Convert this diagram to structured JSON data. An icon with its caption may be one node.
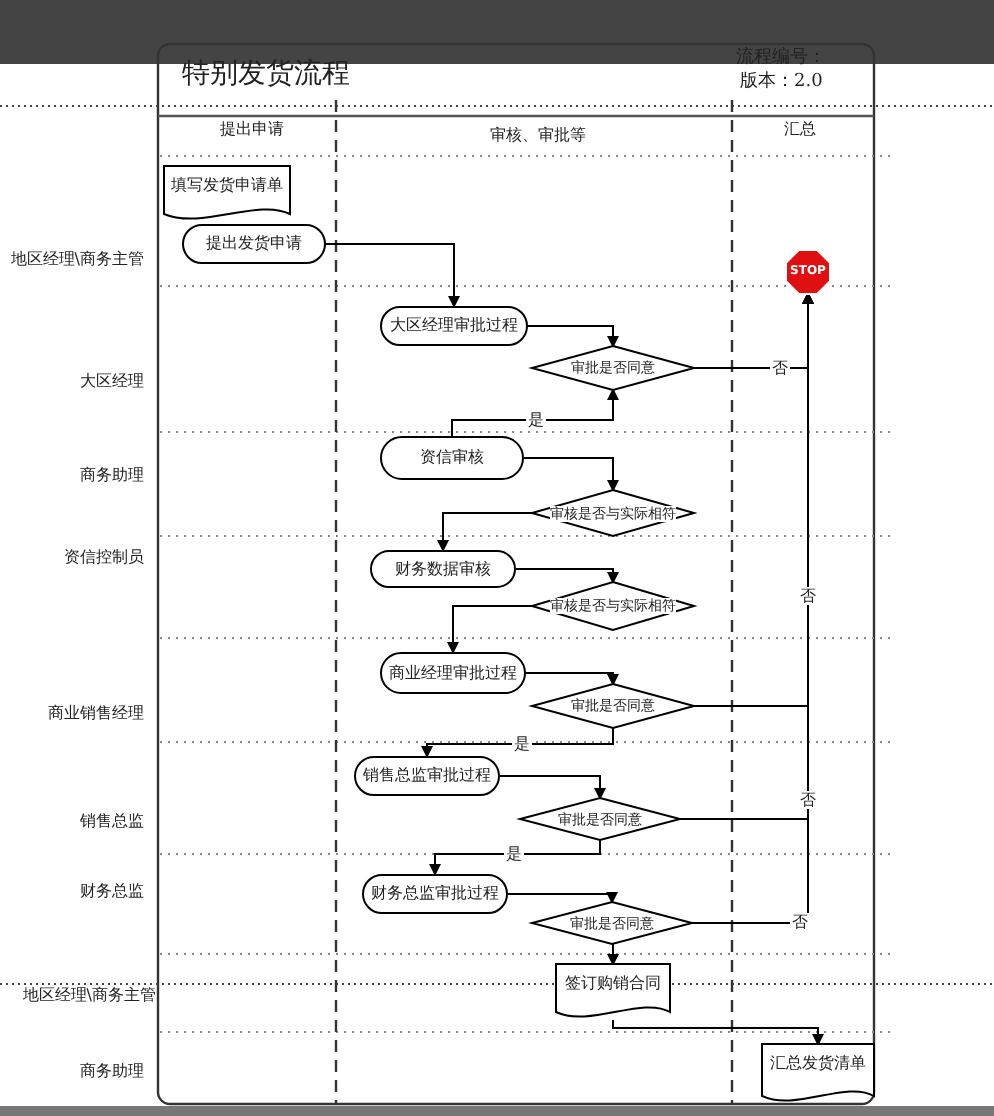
{
  "diagram": {
    "title": "特别发货流程",
    "nodes": [
      {
        "text": [
          "填写发货申请单"
        ]
      },
      {
        "text": [
          "提出发货申请"
        ]
      },
      {
        "text": [
          "STOP"
        ]
      },
      {
        "text": [
          "大区经理审批过程"
        ]
      },
      {
        "text": [
          "审批是否同意"
        ]
      },
      {
        "text": [
          "资信审核"
        ]
      },
      {
        "text": [
          "审核是否与实际相符"
        ]
      },
      {
        "text": [
          "财务数据审核"
        ]
      },
      {
        "text": [
          "审核是否与实际相符"
        ]
      },
      {
        "text": [
          "商业经理审批过程"
        ]
      },
      {
        "text": [
          "审批是否同意"
        ]
      },
      {
        "text": [
          "销售总监审批过程"
        ]
      },
      {
        "text": [
          "审批是否同意"
        ]
      },
      {
        "text": [
          "财务总监审批过程"
        ]
      },
      {
        "text": [
          "审批是否同意"
        ]
      },
      {
        "text": [
          "签订购销合同"
        ]
      },
      {
        "text": [
          "汇总发货清单"
        ]
      }
    ],
    "edges": [
      {
        "from": 1,
        "to": 3,
        "arrow": "to"
      },
      {
        "from": 3,
        "to": 4,
        "arrow": "to"
      },
      {
        "from": 4,
        "to": 2,
        "arrow": "to",
        "label": "否"
      },
      {
        "from": 5,
        "to": 4,
        "arrow": "to",
        "label": "是"
      },
      {
        "from": 5,
        "to": 6,
        "arrow": "to"
      },
      {
        "from": 6,
        "to": 7,
        "arrow": "to"
      },
      {
        "from": 7,
        "to": 8,
        "arrow": "to"
      },
      {
        "from": 8,
        "to": 9,
        "arrow": "to"
      },
      {
        "from": 9,
        "to": 10,
        "arrow": "to"
      },
      {
        "from": 10,
        "to": 2,
        "arrow": "to",
        "label": "否"
      },
      {
        "from": 10,
        "to": 11,
        "arrow": "to",
        "label": "是"
      },
      {
        "from": 11,
        "to": 12,
        "arrow": "to"
      },
      {
        "from": 12,
        "to": 2,
        "arrow": "to",
        "label": "否"
      },
      {
        "from": 12,
        "to": 13,
        "arrow": "to",
        "label": "是"
      },
      {
        "from": 13,
        "to": 14,
        "arrow": "to"
      },
      {
        "from": 14,
        "to": 2,
        "arrow": "to",
        "label": "否"
      },
      {
        "from": 14,
        "to": 15,
        "arrow": "to"
      },
      {
        "from": 15,
        "to": 16,
        "arrow": "to"
      }
    ],
    "labels": [
      "流程编号：",
      "版本：2.0",
      "提出申请",
      "审核、审批等",
      "汇总",
      "地区经理\\商务主管",
      "大区经理",
      "商务助理",
      "资信控制员",
      "商业销售经理",
      "销售总监",
      "财务总监",
      "地区经理\\商务主管",
      "商务助理"
    ]
  }
}
